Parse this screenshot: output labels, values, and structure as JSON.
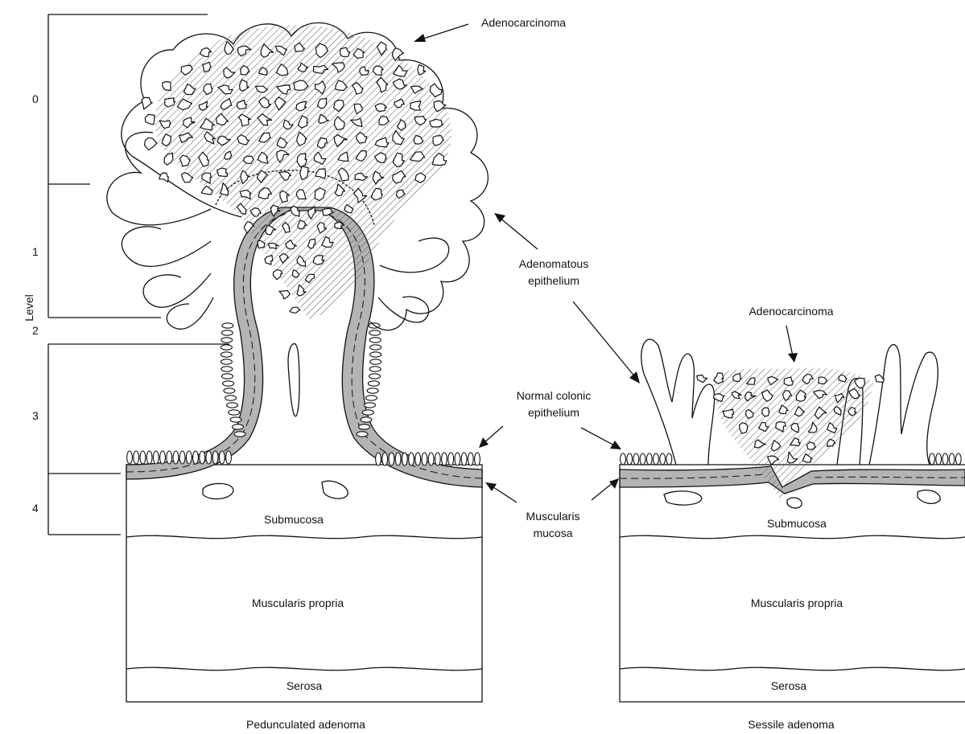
{
  "level_axis": {
    "label": "Level",
    "ticks": [
      "0",
      "1",
      "2",
      "3",
      "4"
    ]
  },
  "labels": {
    "adenocarcinoma_left": "Adenocarcinoma",
    "adenomatous_line1": "Adenomatous",
    "adenomatous_line2": "epithelium",
    "adenocarcinoma_right": "Adenocarcinoma",
    "normal_line1": "Normal colonic",
    "normal_line2": "epithelium",
    "muscularis_line1": "Muscularis",
    "muscularis_line2": "mucosa"
  },
  "left_panel": {
    "layers": [
      "Submucosa",
      "Muscularis propria",
      "Serosa"
    ],
    "caption": "Pedunculated adenoma"
  },
  "right_panel": {
    "layers": [
      "Submucosa",
      "Muscularis propria",
      "Serosa"
    ],
    "caption": "Sessile adenoma"
  },
  "colors": {
    "outline": "#111111",
    "muscularis_fill": "#b4b4b4",
    "hatch": "#555555"
  }
}
